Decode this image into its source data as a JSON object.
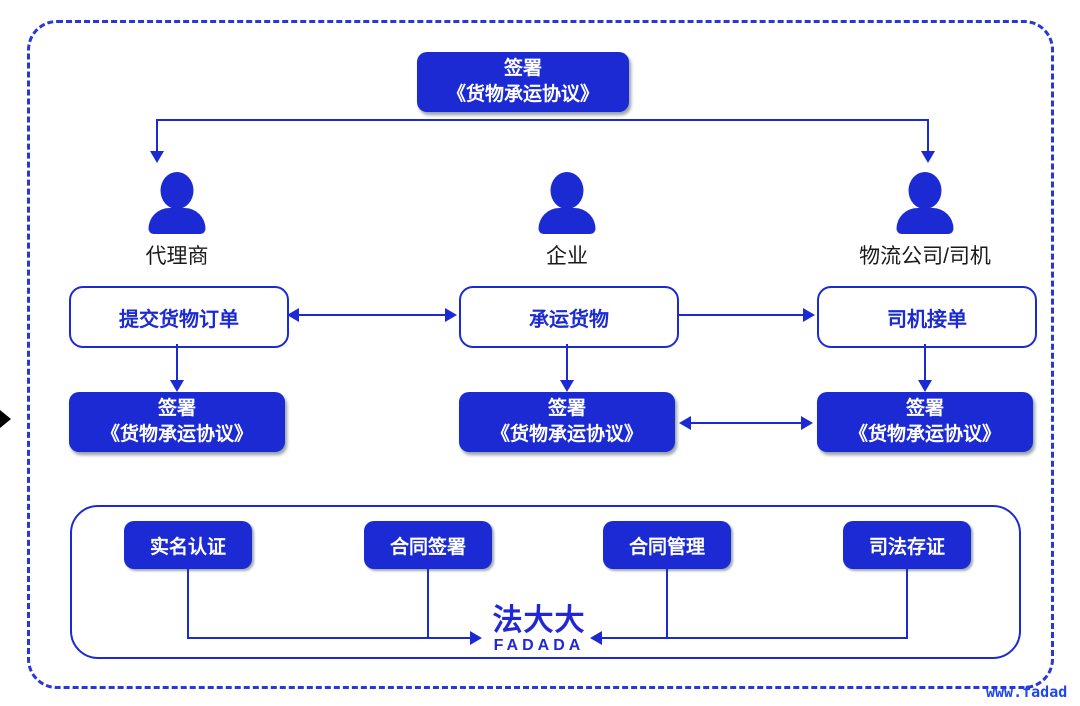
{
  "colors": {
    "primary_blue": "#1b2ad3",
    "dashed_border_blue": "#2936d8",
    "url_blue": "#1f46f5",
    "label_black": "#1a1a1a"
  },
  "top_agreement": {
    "line1": "签署",
    "line2": "《货物承运协议》"
  },
  "actors": [
    {
      "label": "代理商",
      "action": "提交货物订单",
      "sign": {
        "line1": "签署",
        "line2": "《货物承运协议》"
      }
    },
    {
      "label": "企业",
      "action": "承运货物",
      "sign": {
        "line1": "签署",
        "line2": "《货物承运协议》"
      }
    },
    {
      "label": "物流公司/司机",
      "action": "司机接单",
      "sign": {
        "line1": "签署",
        "line2": "《货物承运协议》"
      }
    }
  ],
  "platform": {
    "features": [
      {
        "label": "实名认证"
      },
      {
        "label": "合同签署"
      },
      {
        "label": "合同管理"
      },
      {
        "label": "司法存证"
      }
    ],
    "logo": {
      "cn": "法大大",
      "en": "FADADA"
    }
  },
  "footer": {
    "url": "www.fadad"
  }
}
